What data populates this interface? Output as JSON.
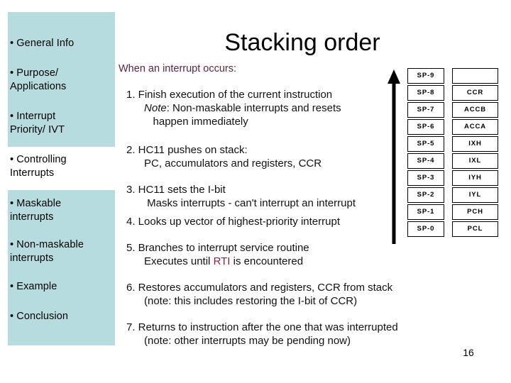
{
  "slide": {
    "title": "Stacking order",
    "page_number": "16",
    "accent_color": "#8b2040",
    "sidebar_color": "#b6dce0",
    "highlight_color": "#ffffff"
  },
  "sidebar": {
    "items": [
      {
        "label": "• General Info",
        "highlighted": false
      },
      {
        "label": "• Purpose/\nApplications",
        "highlighted": false
      },
      {
        "label": "• Interrupt\nPriority/ IVT",
        "highlighted": false
      },
      {
        "label": "• Controlling\nInterrupts",
        "highlighted": true
      },
      {
        "label": "• Maskable\ninterrupts",
        "highlighted": false
      },
      {
        "label": "• Non-maskable\ninterrupts",
        "highlighted": false
      },
      {
        "label": "• Example",
        "highlighted": false
      },
      {
        "label": "• Conclusion",
        "highlighted": false
      }
    ]
  },
  "body": {
    "lead": "When an interrupt occurs:",
    "steps": [
      {
        "line1": "1. Finish execution of the current instruction",
        "line2_pre": "      ",
        "line2_ital": "Note",
        "line2_post": ": Non-maskable interrupts and resets",
        "line3": "         happen immediately"
      },
      {
        "line1": "2. HC11 pushes on stack:",
        "line2": "      PC, accumulators and registers, CCR"
      },
      {
        "line1": "3. HC11 sets the I-bit",
        "line2": "       Masks interrupts - can't interrupt an interrupt"
      },
      {
        "line1": "4. Looks up vector of highest-priority interrupt"
      },
      {
        "line1": "5. Branches to interrupt service routine",
        "line2_pre": "      Executes until ",
        "line2_hl": "RTI",
        "line2_post": " is encountered"
      },
      {
        "line1": "6. Restores accumulators and registers, CCR from stack",
        "line2": "      (note: this includes restoring the I-bit of CCR)"
      },
      {
        "line1": "7. Returns to instruction after the one that was interrupted",
        "line2": "      (note: other interrupts may be pending now)"
      }
    ]
  },
  "stack_diagram": {
    "arrow_direction": "up",
    "rows": [
      {
        "sp": "SP-9",
        "reg": ""
      },
      {
        "sp": "SP-8",
        "reg": "CCR"
      },
      {
        "sp": "SP-7",
        "reg": "ACCB"
      },
      {
        "sp": "SP-6",
        "reg": "ACCA"
      },
      {
        "sp": "SP-5",
        "reg": "IXH"
      },
      {
        "sp": "SP-4",
        "reg": "IXL"
      },
      {
        "sp": "SP-3",
        "reg": "IYH"
      },
      {
        "sp": "SP-2",
        "reg": "IYL"
      },
      {
        "sp": "SP-1",
        "reg": "PCH"
      },
      {
        "sp": "SP-0",
        "reg": "PCL"
      }
    ]
  }
}
